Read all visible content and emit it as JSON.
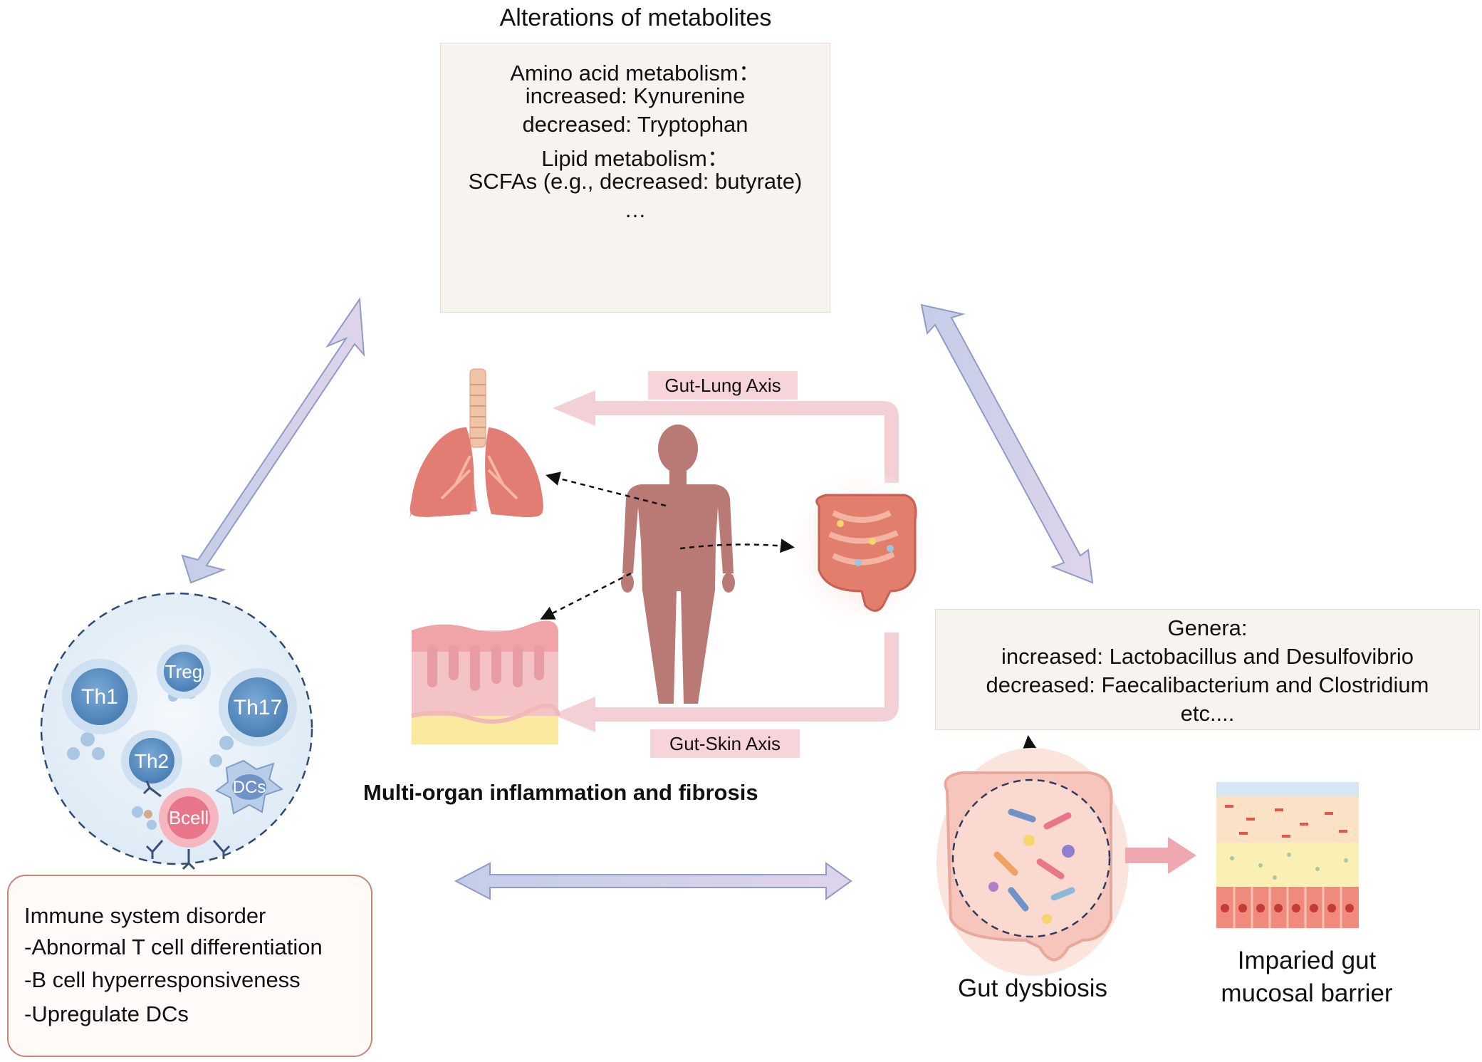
{
  "metabolites": {
    "title": "Alterations of metabolites",
    "lines": [
      "Amino acid metabolism：",
      "increased: Kynurenine",
      "decreased: Tryptophan",
      "Lipid metabolism：",
      "SCFAs (e.g., decreased: butyrate)",
      "…"
    ]
  },
  "axes": {
    "gut_lung": "Gut-Lung Axis",
    "gut_skin": "Gut-Skin Axis"
  },
  "center_label": "Multi-organ inflammation and fibrosis",
  "genera": {
    "lines": [
      "Genera:",
      "increased: Lactobacillus and Desulfovibrio",
      "decreased: Faecalibacterium and Clostridium",
      "etc...."
    ]
  },
  "immune": {
    "cells": {
      "th1": "Th1",
      "treg": "Treg",
      "th17": "Th17",
      "th2": "Th2",
      "dcs": "DCs",
      "bcell": "Bcell"
    },
    "lines": [
      "Immune system disorder",
      "-Abnormal T cell differentiation",
      "-B cell hyperresponsiveness",
      "-Upregulate DCs"
    ]
  },
  "gut_dysbiosis": "Gut dysbiosis",
  "barrier": {
    "line1": "Imparied gut",
    "line2": "mucosal barrier"
  },
  "colors": {
    "double_arrow_fill": "#cdd3ea",
    "double_arrow_stroke": "#8f9bc8",
    "axis_arrow": "#f3d0d5",
    "axis_label_bg": "#f7d3da",
    "body": "#b97a76",
    "cell_blue": "#5f8fbf",
    "bcell_pink": "#e8758a",
    "text_box_bg": "#f7f3ef",
    "immune_border": "#c98574"
  }
}
